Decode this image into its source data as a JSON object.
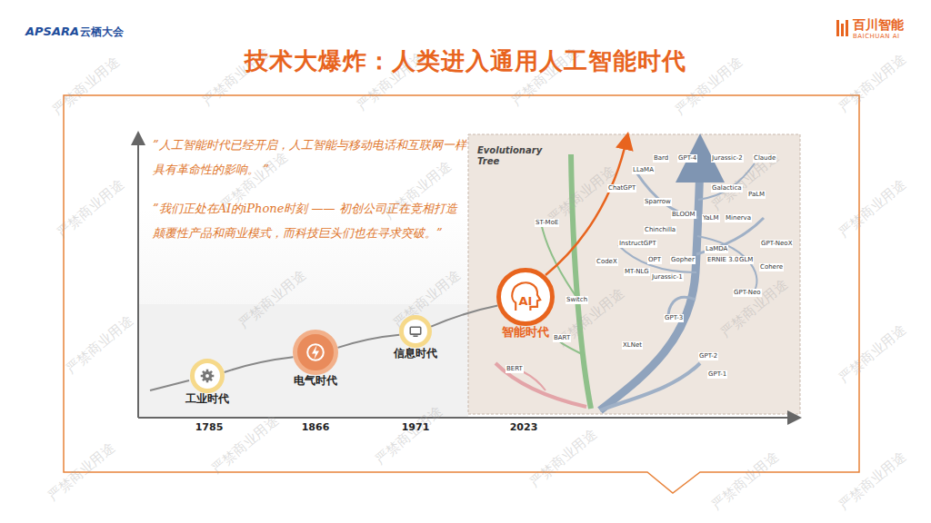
{
  "diagram": {
    "title": "技术大爆炸：人类进入通用人工智能时代",
    "nodes": [
      {
        "text": [
          "工业时代"
        ]
      },
      {
        "text": [
          "电气时代"
        ]
      },
      {
        "text": [
          "信息时代"
        ]
      },
      {
        "text": [
          "AI",
          "智能时代"
        ]
      }
    ],
    "edges": [
      {
        "from": 0,
        "to": 1,
        "arrow": "none"
      },
      {
        "from": 1,
        "to": 2,
        "arrow": "none"
      },
      {
        "from": 2,
        "to": 3,
        "arrow": "none"
      }
    ],
    "labels": [
      "APSARA",
      "云栖大会",
      "百川智能",
      "BAICHUAN AI",
      "”人工智能时代已经开启，人工智能与移动电话和互联网一样具有革命性的影响。 ”",
      "”我们正处在AI的iPhone时刻 —— 初创公司正在竞相打造颠覆性产品和商业模式，而科技巨头们也在寻求突破。”",
      "1785",
      "1866",
      "1971",
      "2023",
      "Evolutionary Tree",
      "Bard",
      "GPT-4",
      "Jurassic-2",
      "Claude",
      "LLaMA",
      "ChatGPT",
      "Galactica",
      "PaLM",
      "Sparrow",
      "BLOOM",
      "Chinchilla",
      "YaLM",
      "Minerva",
      "InstructGPT",
      "LaMDA",
      "GPT-NeoX",
      "CodeX",
      "OPT",
      "Gopher",
      "ERNIE 3.0",
      "GLM",
      "Cohere",
      "MT-NLG",
      "Jurassic-1",
      "GPT-Neo",
      "GPT-3",
      "XLNet",
      "GPT-2",
      "GPT-1",
      "Switch",
      "ST-MoE",
      "BART",
      "BERT",
      "严禁商业用途",
      "严禁商业用途",
      "严禁商业用途",
      "严禁商业用途",
      "严禁商业用途",
      "严禁商业用途",
      "严禁商业用途",
      "严禁商业用途",
      "严禁商业用途",
      "严禁商业用途",
      "严禁商业用途",
      "严禁商业用途",
      "严禁商业用途",
      "严禁商业用途",
      "严禁商业用途",
      "严禁商业用途",
      "严禁商业用途",
      "严禁商业用途",
      "严禁商业用途",
      "严禁商业用途",
      "严禁商业用途",
      "严禁商业用途",
      "严禁商业用途",
      "严禁商业用途"
    ]
  }
}
